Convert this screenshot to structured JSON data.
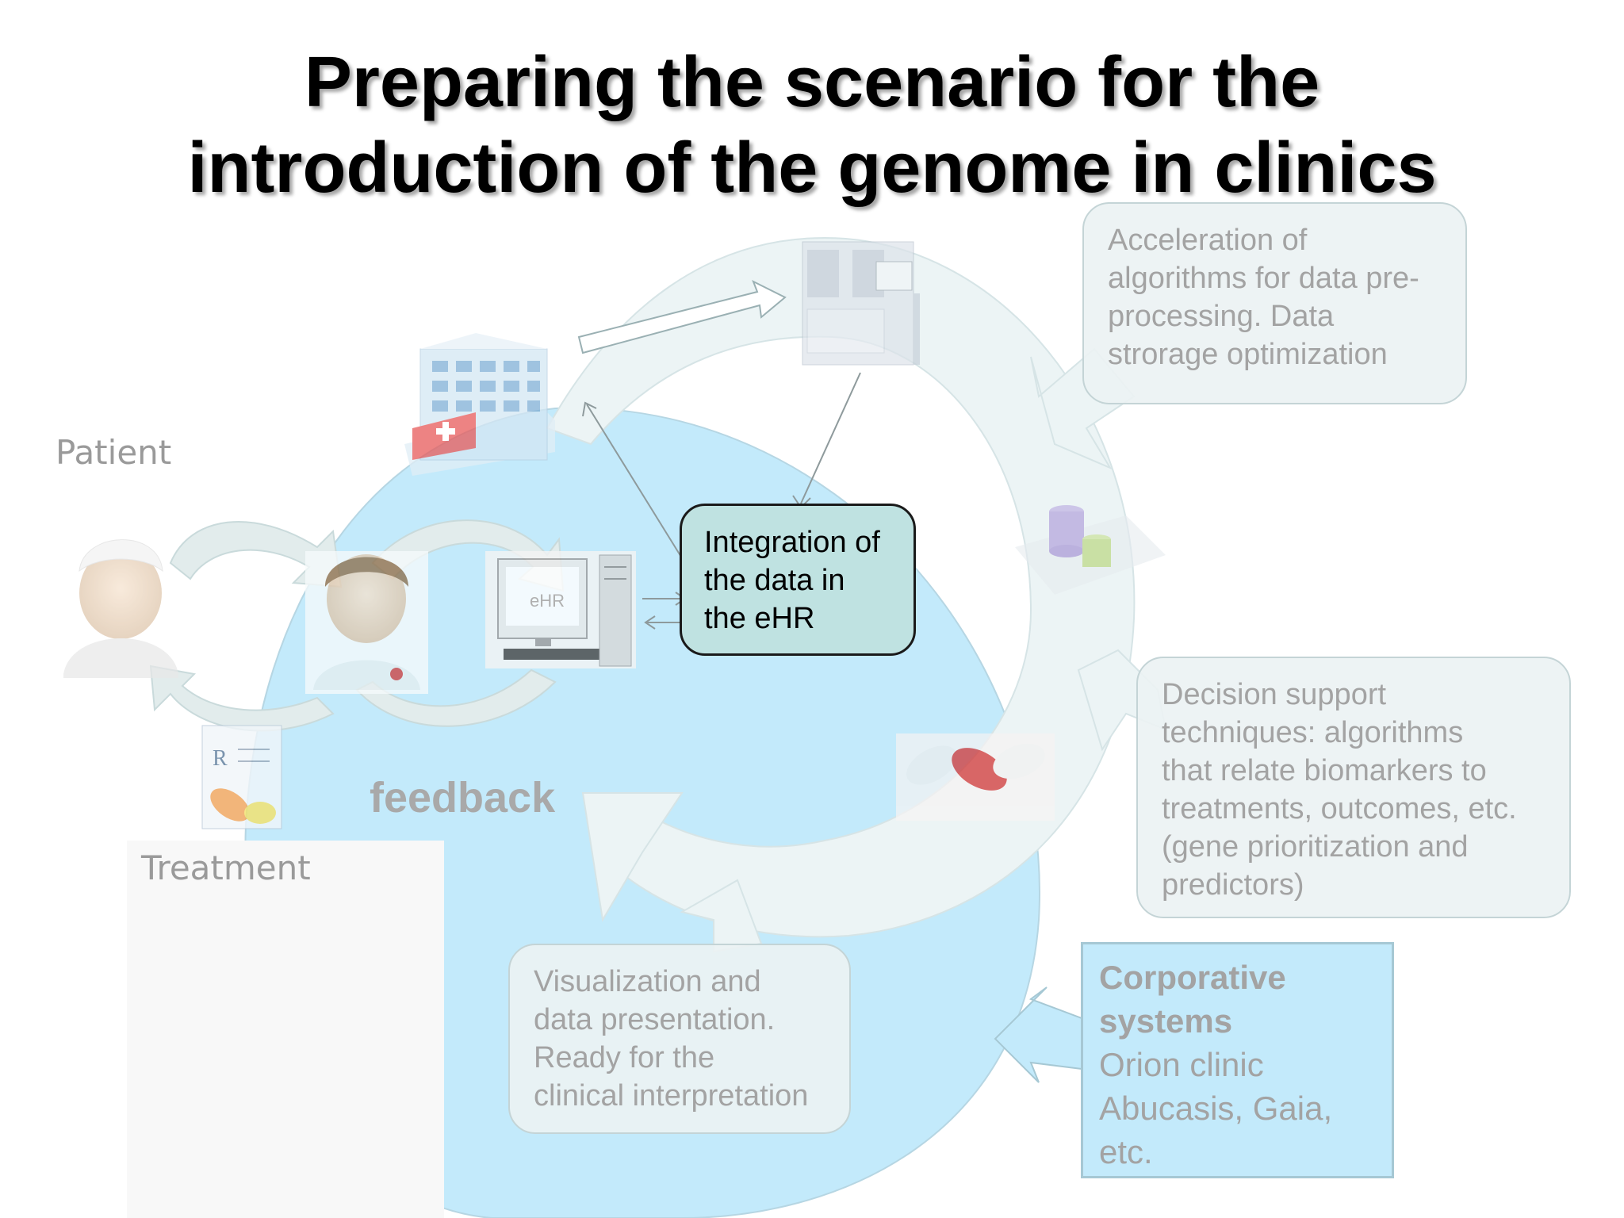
{
  "title": {
    "line1": "Preparing the scenario for the",
    "line2": "introduction of the genome in clinics"
  },
  "labels": {
    "patient": "Patient",
    "treatment": "Treatment",
    "feedback": "feedback",
    "ehr_screen": "eHR"
  },
  "boxes": {
    "acceleration": [
      "Acceleration of",
      "algorithms for data pre-",
      "processing. Data",
      "strorage optimization"
    ],
    "integration": [
      "Integration of",
      "the data in",
      "the eHR"
    ],
    "decision": [
      "Decision support",
      "techniques: algorithms",
      "that relate biomarkers to",
      "treatments, outcomes, etc.",
      "(gene prioritization and",
      "predictors)"
    ],
    "visualization": [
      "Visualization and",
      "data presentation.",
      "Ready for the",
      "clinical interpretation"
    ]
  },
  "corporative": {
    "heading_1": "Corporative",
    "heading_2": "systems",
    "lines": [
      "Orion clinic",
      "Abucasis, Gaia,",
      "etc."
    ]
  },
  "colors": {
    "big_circle": "#c3eafb",
    "cycle_arrow": "#ecf4f5",
    "focus_box": "#bfe2e1"
  },
  "icons": [
    "hospital-icon",
    "sequencer-icon",
    "database-icon",
    "pills-icon",
    "nurse-icon",
    "doctor-icon",
    "computer-icon",
    "prescription-icon"
  ]
}
